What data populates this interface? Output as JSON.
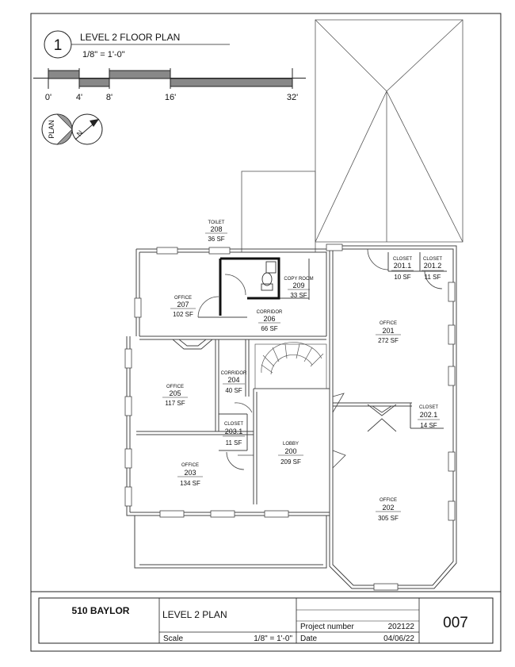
{
  "view": {
    "number": "1",
    "title": "LEVEL 2 FLOOR PLAN",
    "scale": "1/8\" = 1'-0\""
  },
  "scale_bar": {
    "labels": [
      "0'",
      "4'",
      "8'",
      "16'",
      "32'"
    ]
  },
  "north_arrow": {
    "plan_label": "PLAN",
    "north_label": "N"
  },
  "rooms": [
    {
      "id": "toilet-208",
      "name": "TOILET",
      "number": "208",
      "area": "36 SF"
    },
    {
      "id": "copy-room-209",
      "name": "COPY ROOM",
      "number": "209",
      "area": "33 SF"
    },
    {
      "id": "office-207",
      "name": "OFFICE",
      "number": "207",
      "area": "102 SF"
    },
    {
      "id": "corridor-206",
      "name": "CORRIDOR",
      "number": "206",
      "area": "66 SF"
    },
    {
      "id": "closet-201-1",
      "name": "CLOSET",
      "number": "201.1",
      "area": "10 SF"
    },
    {
      "id": "closet-201-2",
      "name": "CLOSET",
      "number": "201.2",
      "area": "11 SF"
    },
    {
      "id": "office-201",
      "name": "OFFICE",
      "number": "201",
      "area": "272 SF"
    },
    {
      "id": "office-205",
      "name": "OFFICE",
      "number": "205",
      "area": "117 SF"
    },
    {
      "id": "corridor-204",
      "name": "CORRIDOR",
      "number": "204",
      "area": "40 SF"
    },
    {
      "id": "closet-202-1",
      "name": "CLOSET",
      "number": "202.1",
      "area": "14 SF"
    },
    {
      "id": "closet-203-1",
      "name": "CLOSET",
      "number": "203.1",
      "area": "11 SF"
    },
    {
      "id": "lobby-200",
      "name": "LOBBY",
      "number": "200",
      "area": "209 SF"
    },
    {
      "id": "office-203",
      "name": "OFFICE",
      "number": "203",
      "area": "134 SF"
    },
    {
      "id": "office-202",
      "name": "OFFICE",
      "number": "202",
      "area": "305 SF"
    }
  ],
  "title_block": {
    "project_name": "510 BAYLOR",
    "sheet_title": "LEVEL 2 PLAN",
    "project_number_label": "Project number",
    "project_number": "202122",
    "scale_label": "Scale",
    "scale_value": "1/8\" = 1'-0\"",
    "date_label": "Date",
    "date_value": "04/06/22",
    "sheet_number": "007"
  }
}
